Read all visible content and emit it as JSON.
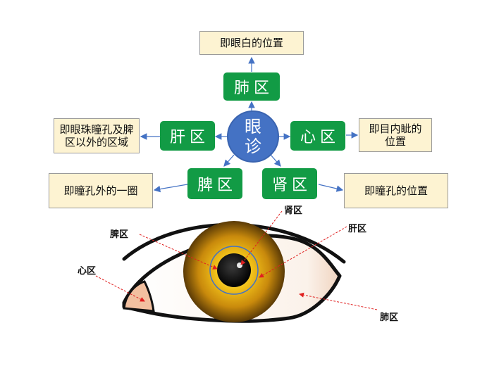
{
  "center": {
    "label_line1": "眼",
    "label_line2": "诊"
  },
  "regions": {
    "lung": "肺区",
    "liver": "肝区",
    "heart": "心区",
    "spleen": "脾区",
    "kidney": "肾区"
  },
  "descriptions": {
    "lung": "即眼白的位置",
    "liver_line1": "即眼珠瞳孔及脾",
    "liver_line2": "区以外的区域",
    "heart_line1": "即目内眦的",
    "heart_line2": "位置",
    "spleen": "即瞳孔外的一圈",
    "kidney": "即瞳孔的位置"
  },
  "eye_labels": {
    "kidney": "肾区",
    "liver": "肝区",
    "spleen": "脾区",
    "heart": "心区",
    "lung": "肺区"
  },
  "colors": {
    "region_green": "#129b45",
    "center_blue": "#4472c4",
    "desc_fill": "#fdf3d2",
    "arrow_blue": "#4472c4",
    "pointer_red": "#e02020"
  }
}
